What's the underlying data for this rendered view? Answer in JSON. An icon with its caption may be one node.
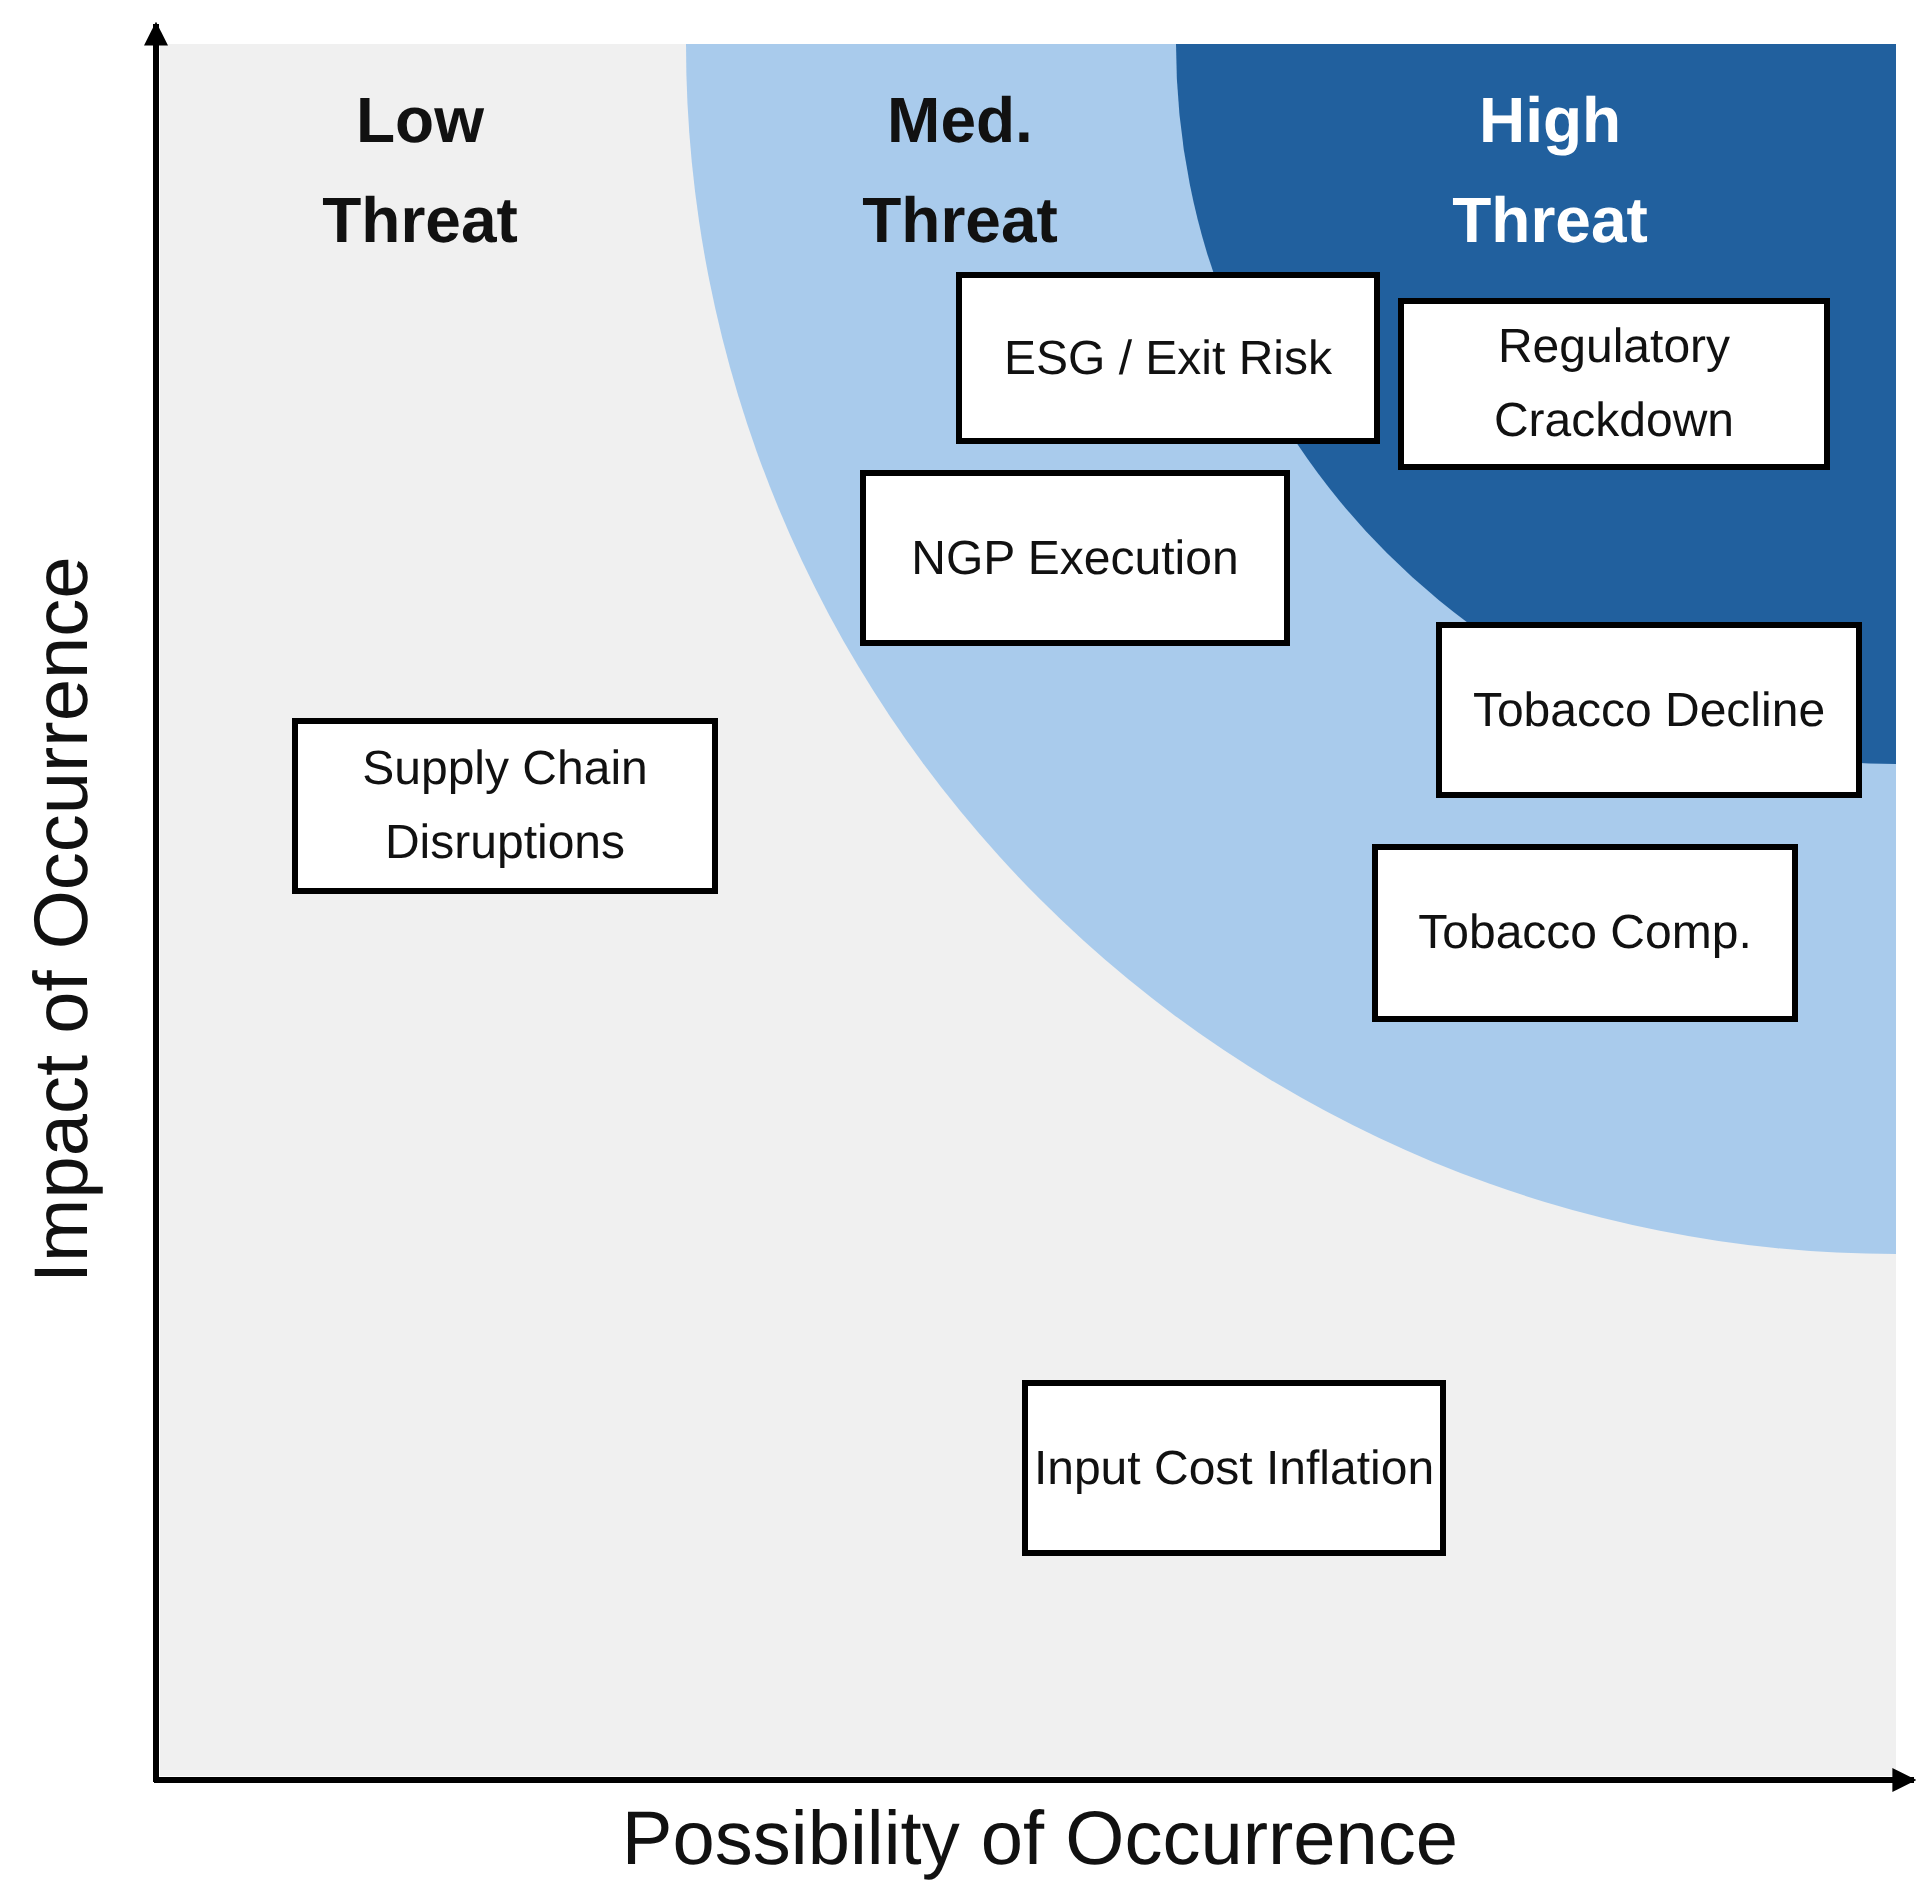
{
  "diagram": {
    "nodes": [
      {
        "text": [
          "ESG / Exit Risk"
        ]
      },
      {
        "text": [
          "Regulatory Crackdown"
        ]
      },
      {
        "text": [
          "NGP Execution"
        ]
      },
      {
        "text": [
          "Tobacco Decline"
        ]
      },
      {
        "text": [
          "Supply Chain Disruptions"
        ]
      },
      {
        "text": [
          "Tobacco Comp."
        ]
      },
      {
        "text": [
          "Input Cost Inflation"
        ]
      }
    ],
    "labels": [
      "Low Threat",
      "Med. Threat",
      "High Threat",
      "Impact of Occurrence",
      "Possibility of Occurrence"
    ]
  }
}
